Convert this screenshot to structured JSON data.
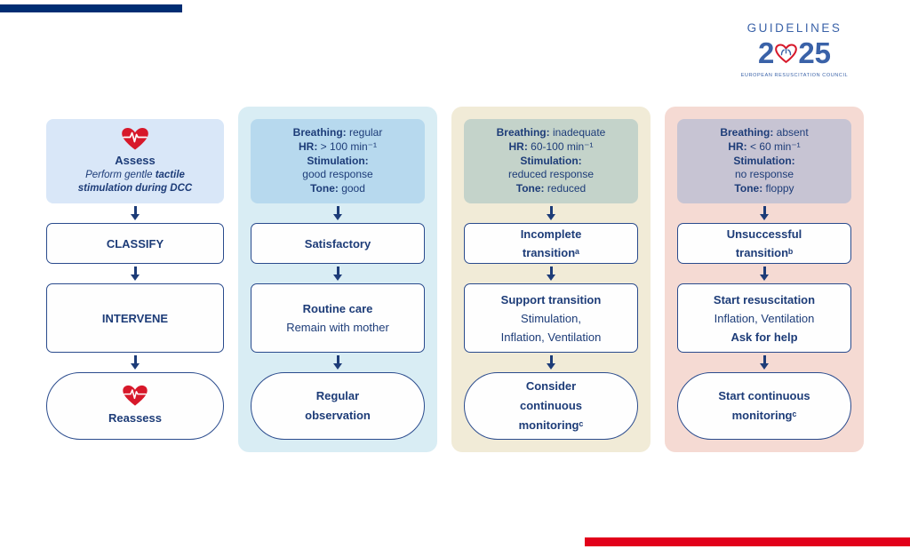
{
  "logo": {
    "guidelines": "GUIDELINES",
    "year_prefix": "2",
    "year_suffix": "25",
    "org": "EUROPEAN RESUSCITATION COUNCIL"
  },
  "icons": {
    "heart_ecg": "red heart with white ECG trace",
    "erc_heart": "red heart outline with blue lungs"
  },
  "colors": {
    "navy": "#1d3c78",
    "heart_red": "#d7182a",
    "top_bar_blue": "#002d73",
    "bottom_bar_red": "#e2001a",
    "col1_header_bg": "#d9e7f8",
    "col2_panel": "#d9edf4",
    "col2_header_bg": "#b7d9ee",
    "col3_panel": "#f1ebd7",
    "col3_header_bg": "#c4d3ca",
    "col4_panel": "#f5dad3",
    "col4_header_bg": "#c7c4d3"
  },
  "col1": {
    "assess_title": "Assess",
    "assess_sub_normal": "Perform gentle ",
    "assess_sub_bold": "tactile stimulation during DCC",
    "classify": "CLASSIFY",
    "intervene": "INTERVENE",
    "reassess": "Reassess"
  },
  "col2": {
    "status": [
      {
        "b": "Breathing:",
        "t": " regular"
      },
      {
        "b": "HR:",
        "t": " > 100 min⁻¹"
      },
      {
        "b": "Stimulation:",
        "t": ""
      },
      {
        "b": "",
        "t": "good response"
      },
      {
        "b": "Tone:",
        "t": " good"
      }
    ],
    "result": "Satisfactory",
    "action_title": "Routine care",
    "action_line1": "Remain with mother",
    "outcome": "Regular observation"
  },
  "col3": {
    "status": [
      {
        "b": "Breathing:",
        "t": " inadequate"
      },
      {
        "b": "HR:",
        "t": " 60-100 min⁻¹"
      },
      {
        "b": "Stimulation:",
        "t": ""
      },
      {
        "b": "",
        "t": "reduced response"
      },
      {
        "b": "Tone:",
        "t": " reduced"
      }
    ],
    "result": "Incomplete transitionᵃ",
    "action_title": "Support transition",
    "action_line1": "Stimulation,",
    "action_line2": "Inflation, Ventilation",
    "outcome": "Consider continuous monitoringᶜ"
  },
  "col4": {
    "status": [
      {
        "b": "Breathing:",
        "t": " absent"
      },
      {
        "b": "HR:",
        "t": " < 60 min⁻¹"
      },
      {
        "b": "Stimulation:",
        "t": ""
      },
      {
        "b": "",
        "t": "no response"
      },
      {
        "b": "Tone:",
        "t": " floppy"
      }
    ],
    "result": "Unsuccessful transitionᵇ",
    "action_title": "Start resuscitation",
    "action_line1": "Inflation, Ventilation",
    "action_bold": "Ask for help",
    "outcome": "Start continuous monitoringᶜ"
  }
}
